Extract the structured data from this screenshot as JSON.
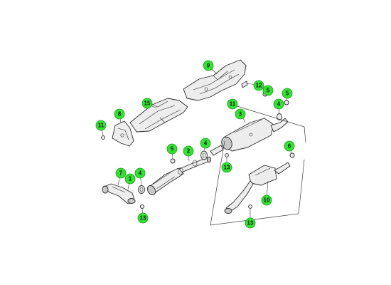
{
  "callouts": [
    {
      "id": "c9",
      "label": "9"
    },
    {
      "id": "c12",
      "label": "12"
    },
    {
      "id": "c5a",
      "label": "5"
    },
    {
      "id": "c5b",
      "label": "5"
    },
    {
      "id": "c11a",
      "label": "11"
    },
    {
      "id": "c15",
      "label": "15"
    },
    {
      "id": "c3",
      "label": "3"
    },
    {
      "id": "c4a",
      "label": "4"
    },
    {
      "id": "c8",
      "label": "8"
    },
    {
      "id": "c11b",
      "label": "11"
    },
    {
      "id": "c5c",
      "label": "5"
    },
    {
      "id": "c2",
      "label": "2"
    },
    {
      "id": "c4b",
      "label": "4"
    },
    {
      "id": "c6",
      "label": "6"
    },
    {
      "id": "c13a",
      "label": "13"
    },
    {
      "id": "c7",
      "label": "7"
    },
    {
      "id": "c1",
      "label": "1"
    },
    {
      "id": "c4c",
      "label": "4"
    },
    {
      "id": "c10",
      "label": "10"
    },
    {
      "id": "c13b",
      "label": "13"
    },
    {
      "id": "c13c",
      "label": "13"
    }
  ],
  "colors": {
    "callout_fill": "#33e033",
    "line": "#2a2a2a",
    "part_fill": "#ededed"
  },
  "parts": [
    {
      "name": "heat-shield-upper-part"
    },
    {
      "name": "heat-shield-front-part"
    },
    {
      "name": "bracket-part"
    },
    {
      "name": "main-muffler-part"
    },
    {
      "name": "center-pipe-part"
    },
    {
      "name": "catalytic-converter-part"
    },
    {
      "name": "tail-muffler-part"
    },
    {
      "name": "front-pipe-part"
    }
  ]
}
